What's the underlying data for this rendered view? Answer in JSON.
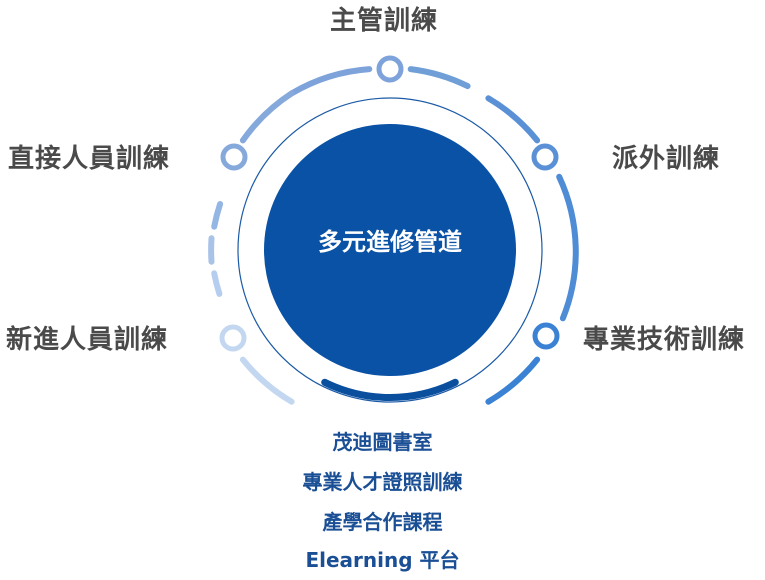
{
  "center": {
    "label": "多元進修管道"
  },
  "nodes": [
    {
      "key": "top",
      "label": "主管訓練",
      "color": "#6f9fd6"
    },
    {
      "key": "upper-right",
      "label": "派外訓練",
      "color": "#4f8cd6"
    },
    {
      "key": "lower-right",
      "label": "專業技術訓練",
      "color": "#3b82d4"
    },
    {
      "key": "upper-left",
      "label": "直接人員訓練",
      "color": "#86a9dc"
    },
    {
      "key": "lower-left",
      "label": "新進人員訓練",
      "color": "#b5cdee"
    }
  ],
  "bottom_list": [
    "茂迪圖書室",
    "專業人才證照訓練",
    "產學合作課程",
    "Elearning 平台"
  ],
  "colors": {
    "center_fill": "#0a52a5",
    "bottom_arc": "#0a4f9e",
    "bottom_text": "#1a4f96",
    "label_text": "#4a4a4a"
  }
}
